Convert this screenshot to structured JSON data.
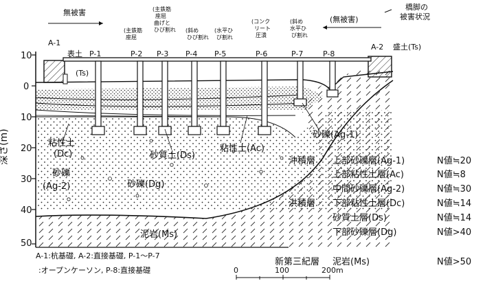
{
  "header": {
    "no_damage_left": "無被害",
    "no_damage_right": "(無被害)",
    "pier_damage_title": [
      "橋脚の",
      "被害状況"
    ]
  },
  "piers": [
    {
      "id": "A-1",
      "note": []
    },
    {
      "id": "P-1",
      "note": []
    },
    {
      "id": "P-2",
      "note": [
        "(主鉄筋",
        "座屈"
      ]
    },
    {
      "id": "P-3",
      "note": [
        "(主鉄筋",
        "座屈",
        "曲げと",
        "ひび割れ"
      ]
    },
    {
      "id": "P-4",
      "note": [
        "(斜め",
        "ひび割れ"
      ]
    },
    {
      "id": "P-5",
      "note": [
        "(水平ひ",
        "び割れ"
      ]
    },
    {
      "id": "P-6",
      "note": [
        "(コンク",
        "リート",
        "圧潰"
      ]
    },
    {
      "id": "P-7",
      "note": [
        "(斜め",
        "水平ひ",
        "び割れ"
      ]
    },
    {
      "id": "P-8",
      "note": []
    },
    {
      "id": "A-2",
      "note": []
    }
  ],
  "axis": {
    "label": "深さ(m)",
    "ticks": [
      "10",
      "0",
      "10",
      "20",
      "30",
      "40",
      "50"
    ]
  },
  "soil_labels": {
    "surface_soil": "表土",
    "ts_left": "(Ts)",
    "fill_right": "盛土(Ts)",
    "clay_dc": [
      "粘性土",
      "(Dc)"
    ],
    "gravel_ag2": [
      "砂礫",
      "(Ag-2)"
    ],
    "sandy_ds": "砂質土(Ds)",
    "clay_ac": "粘性土(Ac)",
    "gravel_ag1": "砂礫(Ag-1)",
    "gravel_dg": "砂礫(Dg)",
    "mudstone_ms": "泥岩(Ms)"
  },
  "legend": {
    "alluvium": "沖積層",
    "diluvium": "洪積層",
    "neogene": "新第三紀層",
    "rows": [
      {
        "layer": "上部砂礫層(Ag-1)",
        "nvalue": "N値≒20"
      },
      {
        "layer": "上部粘性土層(Ac)",
        "nvalue": "N値≒8"
      },
      {
        "layer": "中間砂礫層(Ag-2)",
        "nvalue": "N値≒30"
      },
      {
        "layer": "下部粘性土層(Dc)",
        "nvalue": "N値≒14"
      },
      {
        "layer": "砂質土層(Ds)",
        "nvalue": "N値≒14"
      },
      {
        "layer": "下部砂礫層(Dg)",
        "nvalue": "N値>40"
      },
      {
        "layer": "泥岩(Ms)",
        "nvalue": "N値>50"
      }
    ]
  },
  "footnote": [
    "A-1:杭基礎, A-2:直接基礎, P-1～P-7",
    ":オープンケーソン, P-8:直接基礎"
  ],
  "scale": {
    "labels": [
      "0",
      "100",
      "200m"
    ]
  }
}
